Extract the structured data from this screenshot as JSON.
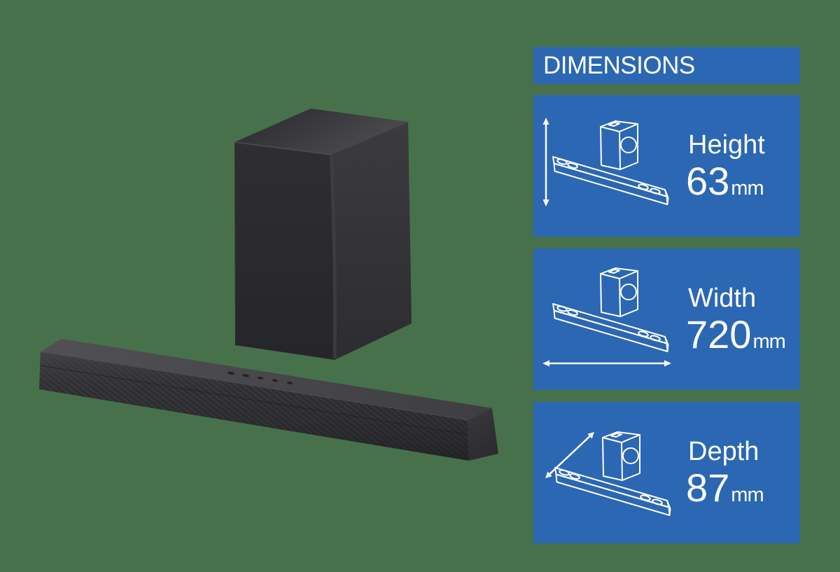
{
  "background_color": "#47714B",
  "panel": {
    "title": "DIMENSIONS",
    "accent_color": "#2B67B3",
    "text_color": "#FFFFFF",
    "cards": [
      {
        "label": "Height",
        "value": "63",
        "unit": "mm",
        "icon": "vertical-double-arrow",
        "art": "soundbar-subwoofer-line-art"
      },
      {
        "label": "Width",
        "value": "720",
        "unit": "mm",
        "icon": "horizontal-double-arrow",
        "art": "soundbar-subwoofer-line-art"
      },
      {
        "label": "Depth",
        "value": "87",
        "unit": "mm",
        "icon": "diagonal-double-arrow",
        "art": "soundbar-subwoofer-line-art"
      }
    ]
  },
  "product": {
    "items": [
      "soundbar",
      "subwoofer"
    ]
  }
}
